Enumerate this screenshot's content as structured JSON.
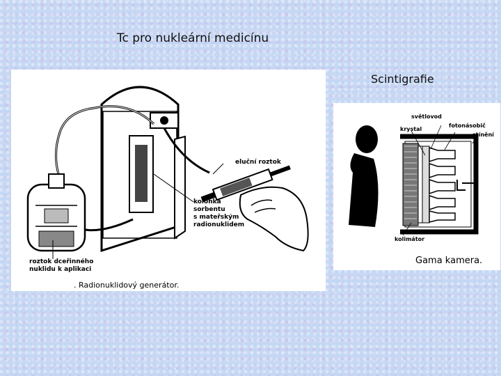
{
  "slide": {
    "title": "Tc pro nukleární medicínu",
    "scinti_heading": "Scintigrafie"
  },
  "generator_figure": {
    "label_elution": "eluční roztok",
    "label_column": [
      "kolonka",
      "sorbentu",
      "s mateřským",
      "radionuklidem"
    ],
    "label_solution": [
      "roztok dceřinného",
      "nuklidu k aplikaci"
    ],
    "caption": ". Radionuklidový generátor."
  },
  "camera_figure": {
    "label_lightguide": "světlovod",
    "label_photomultiplier": "fotonásobič",
    "label_crystal": "krystal",
    "label_shielding": "stínění",
    "label_collimator": "kolimátor",
    "caption": "Gama kamera."
  }
}
